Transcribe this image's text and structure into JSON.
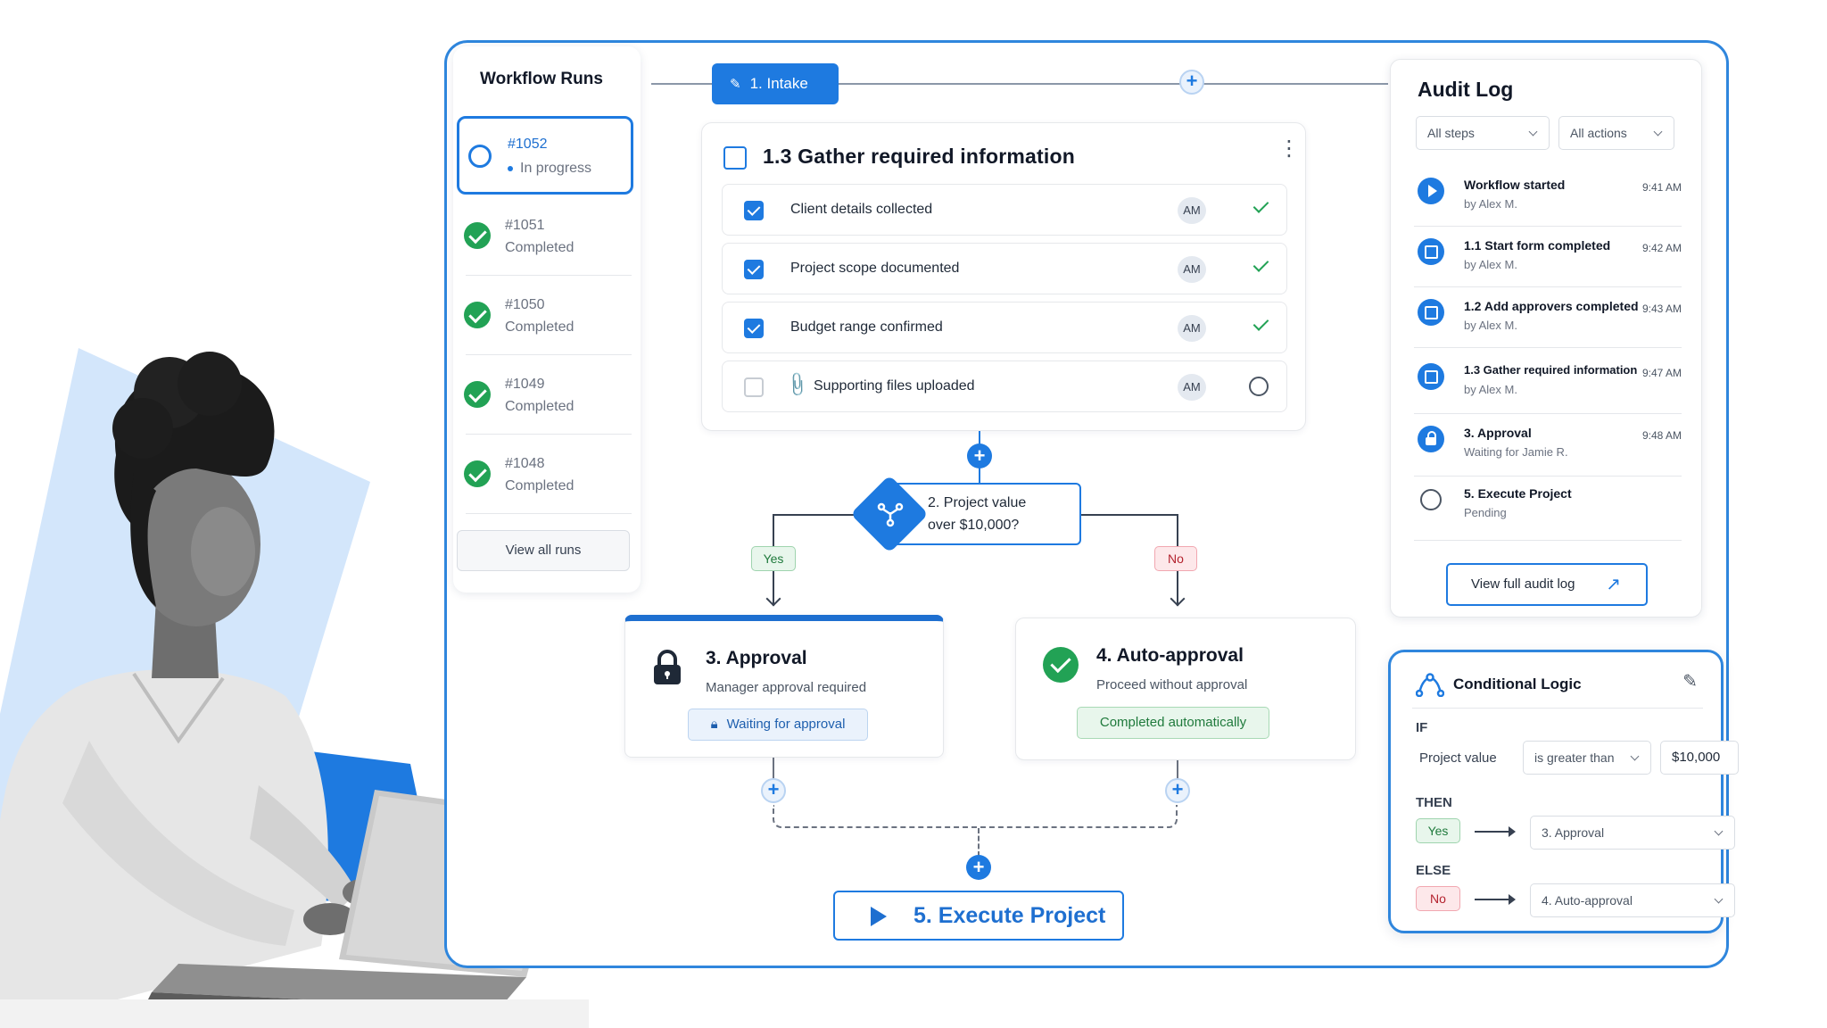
{
  "runs": {
    "title": "Workflow Runs",
    "items": [
      {
        "id": "#1052",
        "status": "In progress",
        "selected": true
      },
      {
        "id": "#1051",
        "status": "Completed"
      },
      {
        "id": "#1050",
        "status": "Completed"
      },
      {
        "id": "#1049",
        "status": "Completed"
      },
      {
        "id": "#1048",
        "status": "Completed"
      }
    ],
    "view_all": "View all runs"
  },
  "flow": {
    "intake_label": "1. Intake",
    "gather": {
      "title": "1.3 Gather required information",
      "tasks": [
        {
          "label": "Client details collected",
          "assignee": "AM",
          "done": true
        },
        {
          "label": "Project scope documented",
          "assignee": "AM",
          "done": true
        },
        {
          "label": "Budget range confirmed",
          "assignee": "AM",
          "done": true
        },
        {
          "label": "Supporting files uploaded",
          "assignee": "AM",
          "done": false
        }
      ]
    },
    "decision": {
      "line1": "2. Project value",
      "line2": "over $10,000?"
    },
    "yes_label": "Yes",
    "no_label": "No",
    "approval": {
      "title": "3. Approval",
      "subtitle": "Manager approval required",
      "status": "Waiting for approval"
    },
    "auto": {
      "title": "4. Auto-approval",
      "subtitle": "Proceed without approval",
      "status": "Completed automatically"
    },
    "execute_label": "5. Execute Project"
  },
  "audit": {
    "title": "Audit Log",
    "filter_steps": "All steps",
    "filter_actions": "All actions",
    "events": [
      {
        "name": "Workflow started",
        "by": "by Alex M.",
        "time": "9:41 AM",
        "icon": "play-icon"
      },
      {
        "name": "1.1 Start form completed",
        "by": "by Alex M.",
        "time": "9:42 AM",
        "icon": "checkbox-icon"
      },
      {
        "name": "1.2 Add approvers completed",
        "by": "by Alex M.",
        "time": "9:43 AM",
        "icon": "checkbox-icon"
      },
      {
        "name": "1.3 Gather required information",
        "by": "by Alex M.",
        "time": "9:47 AM",
        "icon": "checkbox-icon"
      },
      {
        "name": "3. Approval",
        "by": "Waiting for Jamie R.",
        "time": "9:48 AM",
        "icon": "lock-icon"
      },
      {
        "name": "5. Execute Project",
        "by": "Pending",
        "time": "",
        "icon": "pending-circle-icon"
      }
    ],
    "view_full": "View full audit log"
  },
  "logic": {
    "title": "Conditional Logic",
    "if_label": "IF",
    "field": "Project value",
    "operator": "is greater than",
    "value": "$10,000",
    "then_label": "THEN",
    "then_tag": "Yes",
    "then_target": "3. Approval",
    "else_label": "ELSE",
    "else_tag": "No",
    "else_target": "4. Auto-approval"
  },
  "colors": {
    "accent": "#1e7ae0",
    "success": "#22a255",
    "danger": "#b4232f",
    "frame": "#2f86dd"
  }
}
